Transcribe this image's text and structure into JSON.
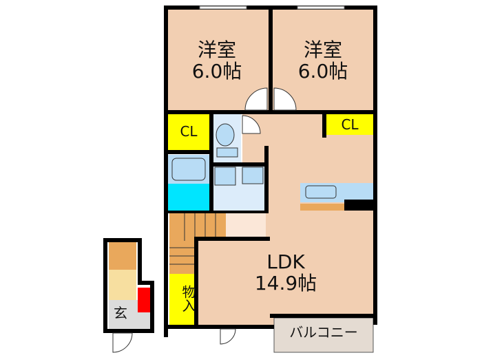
{
  "rooms": {
    "western_room_left": {
      "name": "洋室",
      "size": "6.0帖"
    },
    "western_room_right": {
      "name": "洋室",
      "size": "6.0帖"
    },
    "closet_left": {
      "name": "CL"
    },
    "closet_right": {
      "name": "CL"
    },
    "ldk": {
      "name": "LDK",
      "size": "14.9帖"
    },
    "storage": {
      "name": "物入"
    },
    "entrance": {
      "name": "玄"
    },
    "balcony": {
      "name": "バルコニー"
    }
  },
  "colors": {
    "room_floor": "#f2cfb2",
    "closet": "#ffff00",
    "wet_area": "#dcecfa",
    "bath_tile": "#00e5ff",
    "fixture": "#b8dcf5",
    "stairs": "#e9a85c",
    "entrance_floor": "#dcdcdc",
    "entrance_step": "#f7dfa0",
    "shoe_box": "#ff0000",
    "balcony": "#e4dbd2",
    "hall_light": "#fbe7d8",
    "wall": "#000000"
  }
}
